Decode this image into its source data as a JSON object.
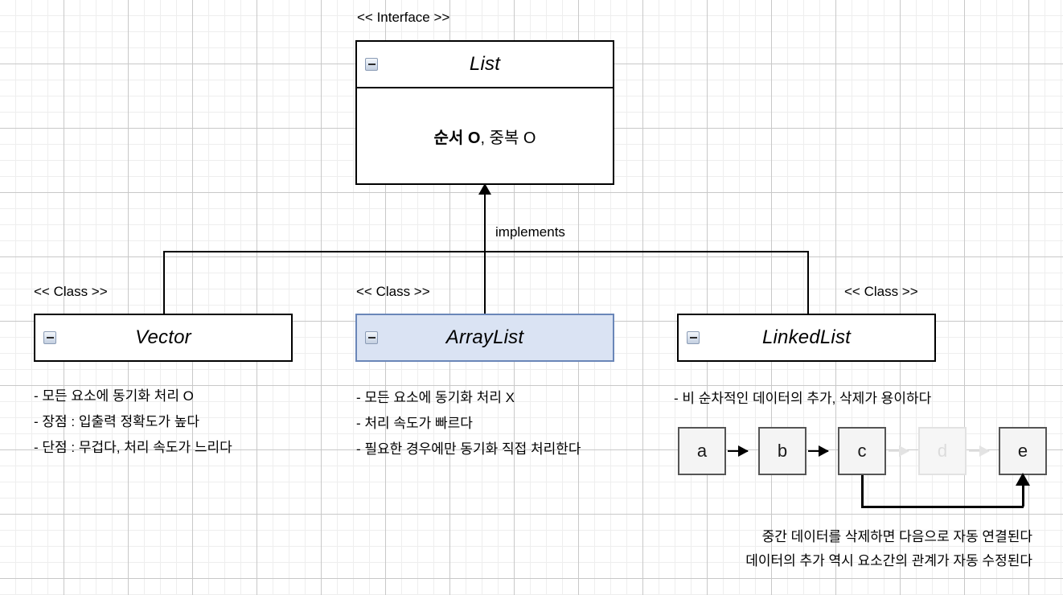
{
  "diagram": {
    "title": "Java List interface UML diagram",
    "interface": {
      "stereotype": "<< Interface >>",
      "name": "List",
      "body_bold": "순서 O",
      "body_rest": ", 중복 O",
      "icon": "collapse-minus-icon"
    },
    "relationship": {
      "label": "implements",
      "type": "generalization"
    },
    "classes": [
      {
        "id": "vector",
        "stereotype": "<< Class >>",
        "name": "Vector",
        "highlighted": false,
        "notes": [
          "- 모든 요소에 동기화 처리 O",
          "- 장점 : 입출력 정확도가 높다",
          "- 단점 : 무겁다, 처리 속도가 느리다"
        ]
      },
      {
        "id": "arraylist",
        "stereotype": "<< Class >>",
        "name": "ArrayList",
        "highlighted": true,
        "highlight_fill": "#dae3f3",
        "highlight_border": "#6a86b8",
        "notes": [
          "- 모든 요소에 동기화 처리 X",
          "- 처리 속도가 빠르다",
          "- 필요한 경우에만 동기화 직접 처리한다"
        ]
      },
      {
        "id": "linkedlist",
        "stereotype": "<< Class >>",
        "name": "LinkedList",
        "highlighted": false,
        "notes": [
          "- 비 순차적인 데이터의 추가, 삭제가 용이하다"
        ]
      }
    ],
    "node_chain": {
      "nodes": [
        {
          "label": "a",
          "faded": false
        },
        {
          "label": "b",
          "faded": false
        },
        {
          "label": "c",
          "faded": false
        },
        {
          "label": "d",
          "faded": true
        },
        {
          "label": "e",
          "faded": false
        }
      ],
      "captions": [
        "중간 데이터를 삭제하면 다음으로 자동 연결된다",
        "데이터의 추가 역시 요소간의 관계가 자동 수정된다"
      ]
    }
  }
}
